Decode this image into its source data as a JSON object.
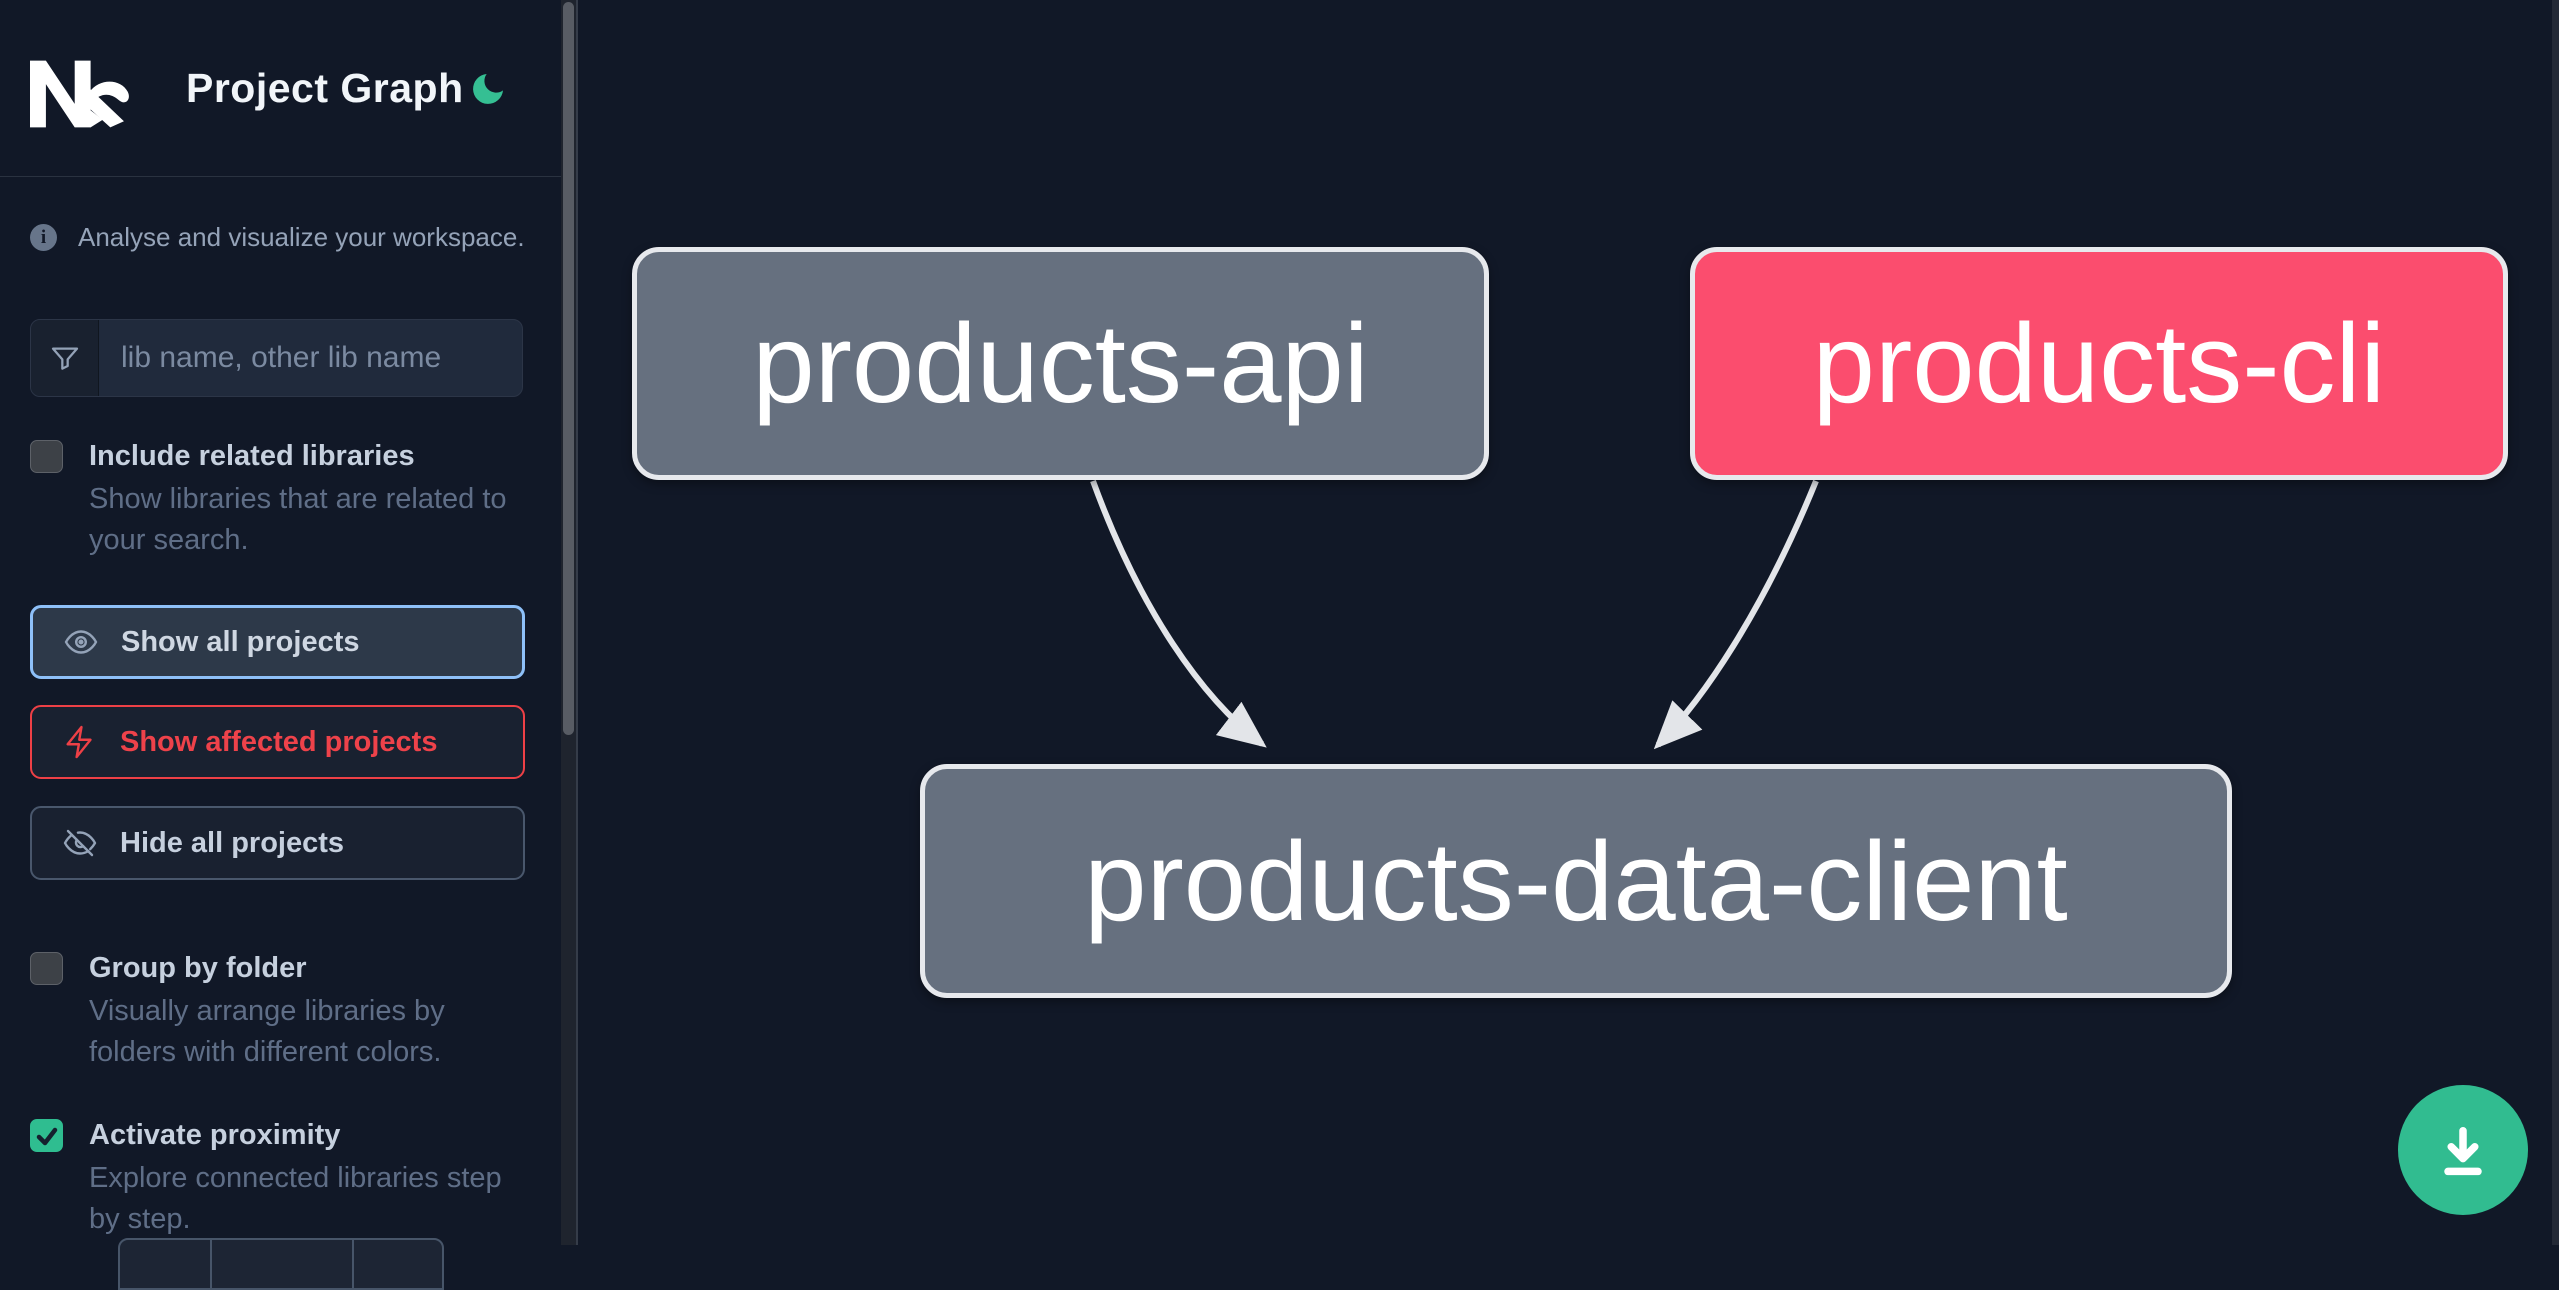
{
  "header": {
    "app_title": "Project Graph"
  },
  "sidebar": {
    "tagline": "Analyse and visualize your workspace.",
    "search": {
      "placeholder": "lib name, other lib name"
    },
    "actions": [
      {
        "label": "Show all projects"
      },
      {
        "label": "Show affected projects"
      },
      {
        "label": "Hide all projects"
      }
    ],
    "toggles": [
      {
        "label": "Include related libraries",
        "desc_line1": "Show libraries that are related to",
        "desc_line2": "your search.",
        "checked": false
      },
      {
        "label": "Group by folder",
        "desc_line1": "Visually arrange libraries by",
        "desc_line2": "folders with different colors.",
        "checked": false
      },
      {
        "label": "Activate proximity",
        "desc_line1": "Explore connected libraries step",
        "desc_line2": "by step.",
        "checked": true
      }
    ]
  },
  "graph": {
    "nodes": [
      {
        "label": "products-api",
        "state": "default"
      },
      {
        "label": "products-cli",
        "state": "affected"
      },
      {
        "label": "products-data-client",
        "state": "default"
      }
    ],
    "edges": [
      {
        "from": "products-api",
        "to": "products-data-client"
      },
      {
        "from": "products-cli",
        "to": "products-data-client"
      }
    ]
  },
  "colors": {
    "background": "#111827",
    "node_default": "#66707f",
    "node_affected": "#fb4d6e",
    "node_border": "#e7e9ed",
    "edge": "#e3e5e9",
    "accent_green": "#31bc90",
    "accent_red": "#ee4046",
    "focus_blue": "#8ec0f8"
  }
}
